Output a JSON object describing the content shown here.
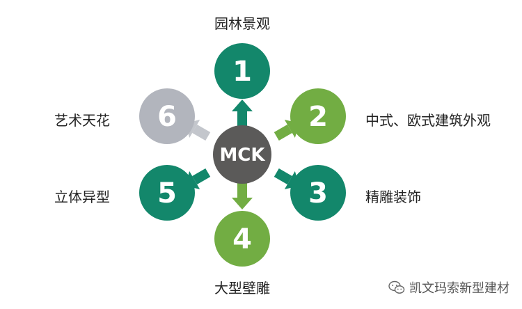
{
  "hub": {
    "label": "MCK"
  },
  "nodes": [
    {
      "number": "1",
      "label": "园林景观"
    },
    {
      "number": "2",
      "label": "中式、欧式建筑外观"
    },
    {
      "number": "3",
      "label": "精雕装饰"
    },
    {
      "number": "4",
      "label": "大型壁雕"
    },
    {
      "number": "5",
      "label": "立体异型"
    },
    {
      "number": "6",
      "label": "艺术天花"
    }
  ],
  "colors": {
    "hub": "#5b5a59",
    "dark_green": "#13876b",
    "light_green": "#72ad43",
    "gray": "#b2b5bd",
    "arrow_gray": "#c3c6cc",
    "text": "#222222"
  },
  "watermark": {
    "icon": "wechat-icon",
    "text": "凯文玛索新型建材"
  }
}
